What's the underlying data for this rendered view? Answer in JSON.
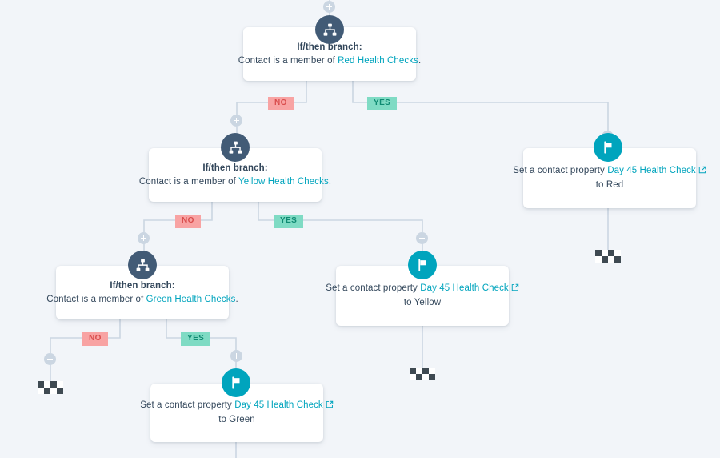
{
  "canvas": {
    "background_color": "#f2f5f9",
    "wire_color": "#cbd6e2",
    "branch_node_color": "#425b76",
    "action_node_color": "#00a4bd",
    "link_color": "#00a4bd",
    "text_color": "#33475b",
    "no_badge_bg": "#f8a3a3",
    "no_badge_text": "#d94c4c",
    "yes_badge_bg": "#7fdbc4",
    "yes_badge_text": "#0f8a72"
  },
  "labels": {
    "yes": "YES",
    "no": "NO",
    "branch_title": "If/then branch:",
    "add_step": "+"
  },
  "icons": {
    "branch": "branch-icon",
    "action": "flag-icon",
    "external_link": "external-link-icon",
    "end": "checkered-flag-icon",
    "plus": "plus-icon"
  },
  "nodes": [
    {
      "id": "branch-red",
      "type": "branch",
      "icon": "branch-icon",
      "title": "If/then branch:",
      "text_before": "Contact is a member of ",
      "link": "Red Health Checks",
      "text_after": "."
    },
    {
      "id": "branch-yellow",
      "type": "branch",
      "icon": "branch-icon",
      "title": "If/then branch:",
      "text_before": "Contact is a member of ",
      "link": "Yellow Health Checks",
      "text_after": "."
    },
    {
      "id": "branch-green",
      "type": "branch",
      "icon": "branch-icon",
      "title": "If/then branch:",
      "text_before": "Contact is a member of ",
      "link": "Green Health Checks",
      "text_after": "."
    },
    {
      "id": "action-red",
      "type": "action",
      "icon": "flag-icon",
      "text_before": "Set a contact property ",
      "link": "Day 45 Health Check",
      "value_line": "to Red"
    },
    {
      "id": "action-yellow",
      "type": "action",
      "icon": "flag-icon",
      "text_before": "Set a contact property ",
      "link": "Day 45 Health Check",
      "value_line": "to Yellow"
    },
    {
      "id": "action-green",
      "type": "action",
      "icon": "flag-icon",
      "text_before": "Set a contact property ",
      "link": "Day 45 Health Check",
      "value_line": "to Green"
    }
  ],
  "end_markers": [
    {
      "id": "end-right"
    },
    {
      "id": "end-middle"
    },
    {
      "id": "end-left"
    }
  ]
}
